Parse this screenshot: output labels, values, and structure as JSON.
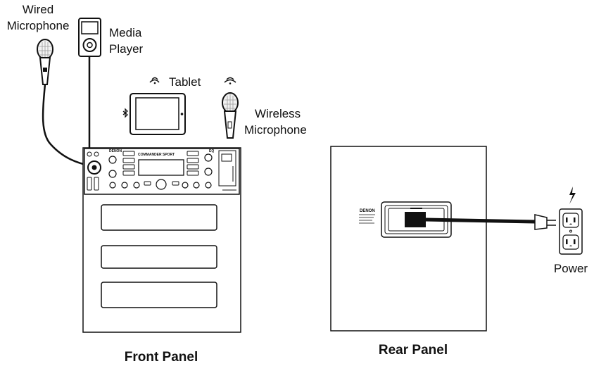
{
  "labels": {
    "wired_mic_line1": "Wired",
    "wired_mic_line2": "Microphone",
    "media_player_line1": "Media",
    "media_player_line2": "Player",
    "tablet": "Tablet",
    "wireless_mic_line1": "Wireless",
    "wireless_mic_line2": "Microphone",
    "power": "Power",
    "front_panel": "Front Panel",
    "rear_panel": "Rear Panel"
  },
  "device": {
    "brand": "DENON",
    "model": "COMMANDER SPORT",
    "eq_label": "EQ"
  },
  "icons": {
    "bluetooth": "bluetooth-icon",
    "wifi": "wifi-icon",
    "power_bolt": "lightning-bolt-icon"
  }
}
